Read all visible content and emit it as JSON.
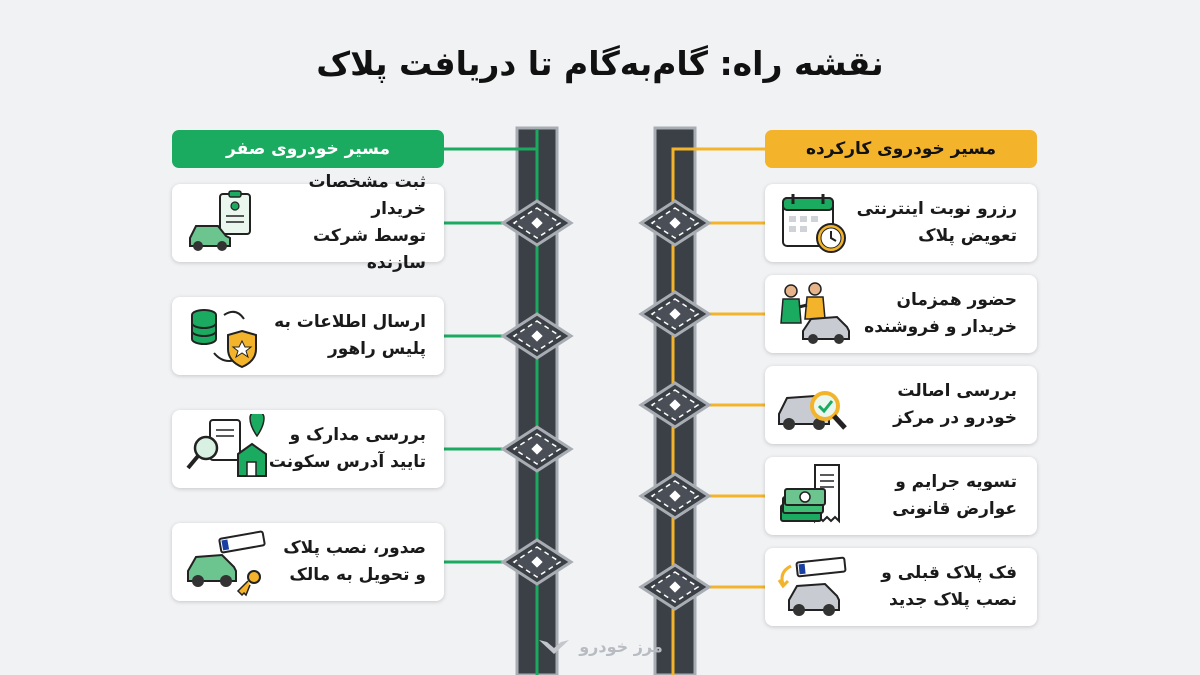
{
  "title": "نقشه راه: گام‌به‌گام تا دریافت پلاک",
  "colors": {
    "new_route": "#1bab60",
    "used_route": "#f3b42b",
    "road": "#3b3f46"
  },
  "new_route": {
    "label": "مسیر خودروی صفر",
    "steps": [
      {
        "text": "ثبت مشخصات خریدار\nتوسط شرکت سازنده",
        "icon": "clipboard-car-icon"
      },
      {
        "text": "ارسال اطلاعات به\nپلیس راهور",
        "icon": "database-police-badge-icon"
      },
      {
        "text": "بررسی مدارک و\nتایید آدرس سکونت",
        "icon": "document-search-house-icon"
      },
      {
        "text": "صدور، نصب پلاک\nو تحویل به مالک",
        "icon": "car-plate-key-icon"
      }
    ]
  },
  "used_route": {
    "label": "مسیر خودروی کارکرده",
    "steps": [
      {
        "text": "رزرو نوبت اینترنتی\nتعویض پلاک",
        "icon": "calendar-clock-icon"
      },
      {
        "text": "حضور همزمان\nخریدار و فروشنده",
        "icon": "handshake-car-icon"
      },
      {
        "text": "بررسی اصالت\nخودرو در مرکز",
        "icon": "car-magnifier-icon"
      },
      {
        "text": "تسویه جرایم و\nعوارض قانونی",
        "icon": "money-receipt-icon"
      },
      {
        "text": "فک پلاک قبلی و\nنصب پلاک جدید",
        "icon": "plate-swap-car-icon"
      }
    ]
  },
  "watermark": "مرز خودرو"
}
